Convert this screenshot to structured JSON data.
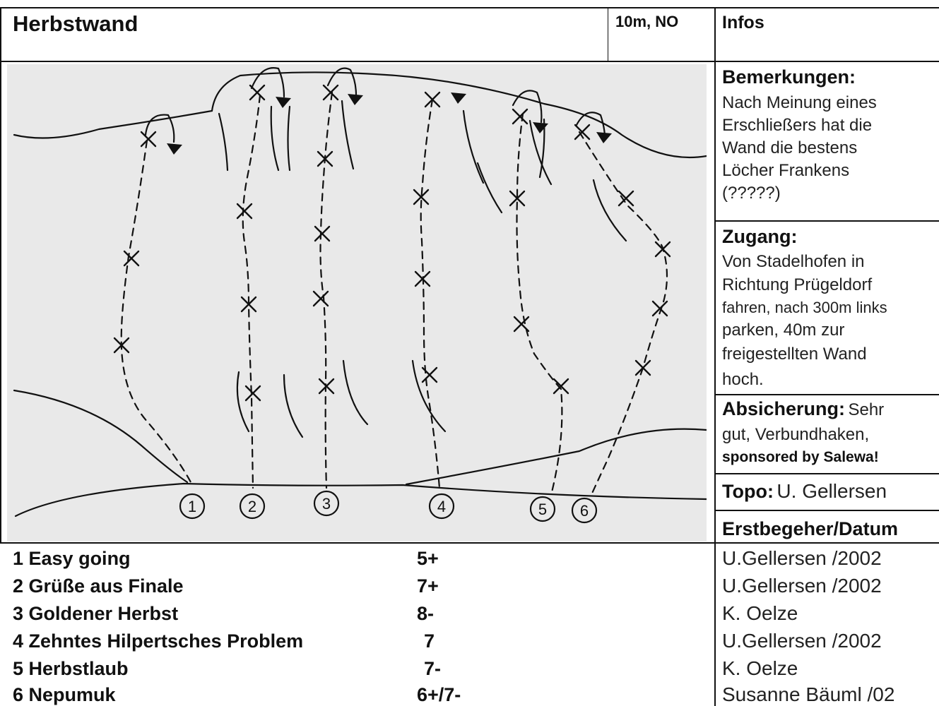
{
  "header": {
    "title": "Herbstwand",
    "meta": "10m, NO",
    "infos": "Infos"
  },
  "sidebar": {
    "bemerkungen": {
      "heading": "Bemerkungen:",
      "lines": [
        "Nach Meinung eines",
        "Erschließers hat die",
        "Wand die bestens",
        "Löcher Frankens",
        "(?????)"
      ]
    },
    "zugang": {
      "heading": "Zugang:",
      "lines": [
        "Von Stadelhofen in",
        "Richtung Prügeldorf",
        "fahren, nach 300m links",
        "parken, 40m zur",
        "freigestellten Wand",
        "hoch."
      ]
    },
    "absicherung": {
      "heading": "Absicherung:",
      "after_heading": "Sehr",
      "line2": "gut, Verbundhaken,",
      "line3": "sponsored by Salewa!"
    },
    "topo": {
      "heading": "Topo:",
      "value": "U. Gellersen"
    },
    "erstbegeher_heading": "Erstbegeher/Datum"
  },
  "routes": [
    {
      "name": "1 Easy going",
      "grade": "5+",
      "first_ascent": "U.Gellersen /2002"
    },
    {
      "name": "2 Grüße aus Finale",
      "grade": "7+",
      "first_ascent": "U.Gellersen /2002"
    },
    {
      "name": "3 Goldener Herbst",
      "grade": "8-",
      "first_ascent": "K. Oelze"
    },
    {
      "name": "4 Zehntes Hilpertsches Problem",
      "grade": "7",
      "first_ascent": "U.Gellersen /2002"
    },
    {
      "name": "5 Herbstlaub",
      "grade": "7-",
      "first_ascent": "K. Oelze"
    },
    {
      "name": "6 Nepumuk",
      "grade": "6+/7-",
      "first_ascent": "Susanne Bäuml /02"
    }
  ],
  "topo_labels": [
    "1",
    "2",
    "3",
    "4",
    "5",
    "6"
  ]
}
